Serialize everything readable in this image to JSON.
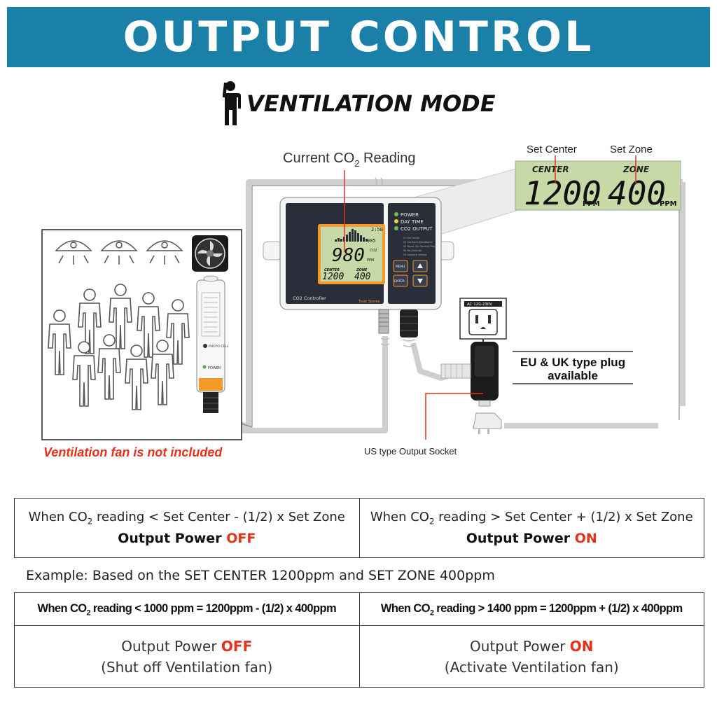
{
  "banner": {
    "title": "OUTPUT CONTROL"
  },
  "mode": {
    "title": "VENTILATION MODE",
    "icon": "person-raising-hand-icon"
  },
  "diagram": {
    "reading_label": "Current CO",
    "reading_sub": "2",
    "reading_label_end": " Reading",
    "set_center_label": "Set Center",
    "set_zone_label": "Set Zone",
    "lcd": {
      "center_word": "CENTER",
      "zone_word": "ZONE",
      "center_value": "1200",
      "zone_value": "400",
      "unit": "PPM"
    },
    "controller": {
      "reading": "980",
      "ppm": "PPM",
      "co2": "CO2",
      "center_word": "CENTER",
      "zone_word": "ZONE",
      "center_value": "1200",
      "zone_value": "400",
      "time": "2:50",
      "humidity": "985",
      "led_power": "POWER",
      "led_daytime": "DAY TIME",
      "led_output": "CO2 OUTPUT",
      "menu_label": "MENU",
      "enter_label": "ENTER",
      "name": "CO2 Controller",
      "brand": "Trust Scores",
      "menu_items": [
        "01 Set Center",
        "02 Set Zone (Deadband)",
        "03 Name (for General Plan)",
        "04 Re-Calibrate",
        "05 Advance Setting"
      ]
    },
    "sensor": {
      "photo_label": "PHOTO CELL",
      "power_label": "POWER"
    },
    "socket_label": "AC 120-230V",
    "plug_note_line1": "EU & UK type plug",
    "plug_note_line2": "available",
    "socket_caption": "US type Output Socket",
    "fan_note": "Ventilation fan is not included",
    "colors": {
      "banner": "#1a80a8",
      "lcd_green": "#c7d9a6",
      "highlight_red": "#e4321b",
      "controller_dark": "#2a2e3a",
      "lcd_frame": "#f39a2a"
    }
  },
  "table1": {
    "left_cond_a": "When CO",
    "left_cond_sub": "2",
    "left_cond_b": " reading < Set Center - (1/2) x Set Zone",
    "left_out": "Output Power ",
    "left_state": "OFF",
    "right_cond_a": "When CO",
    "right_cond_sub": "2",
    "right_cond_b": " reading > Set Center + (1/2) x Set Zone",
    "right_out": "Output Power ",
    "right_state": "ON"
  },
  "example": "Example: Based on the SET CENTER 1200ppm and SET ZONE 400ppm",
  "table2": {
    "left_formula_a": "When CO",
    "left_formula_sub": "2",
    "left_formula_b": " reading < 1000 ppm = 1200ppm - (1/2) x 400ppm",
    "right_formula_a": "When CO",
    "right_formula_sub": "2",
    "right_formula_b": " reading > 1400 ppm = 1200ppm + (1/2) x 400ppm",
    "left_out": "Output Power ",
    "left_state": "OFF",
    "left_note": "(Shut off Ventilation fan)",
    "right_out": "Output Power ",
    "right_state": "ON",
    "right_note": "(Activate Ventilation fan)"
  }
}
